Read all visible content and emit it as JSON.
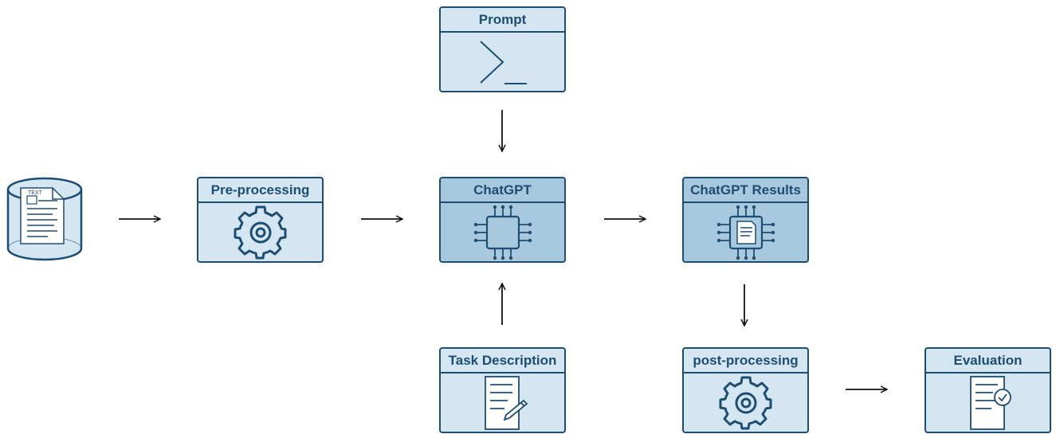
{
  "nodes": {
    "prompt": {
      "label": "Prompt"
    },
    "preprocessing": {
      "label": "Pre-processing"
    },
    "chatgpt": {
      "label": "ChatGPT"
    },
    "chatgpt_results": {
      "label": "ChatGPT Results"
    },
    "task_description": {
      "label": "Task Description"
    },
    "postprocessing": {
      "label": "post-processing"
    },
    "evaluation": {
      "label": "Evaluation"
    }
  },
  "database": {
    "label": "TEXT"
  },
  "colors": {
    "stroke": "#1e4d72",
    "node_fill": "#d4e6f1",
    "node_fill_dark": "#a8c9dd"
  },
  "icons": {
    "prompt": "terminal-prompt-icon",
    "preprocessing": "gear-icon",
    "chatgpt": "cpu-chip-icon",
    "chatgpt_results": "cpu-document-icon",
    "task_description": "document-pen-icon",
    "postprocessing": "gear-icon",
    "evaluation": "document-check-icon",
    "database": "text-database-icon"
  }
}
